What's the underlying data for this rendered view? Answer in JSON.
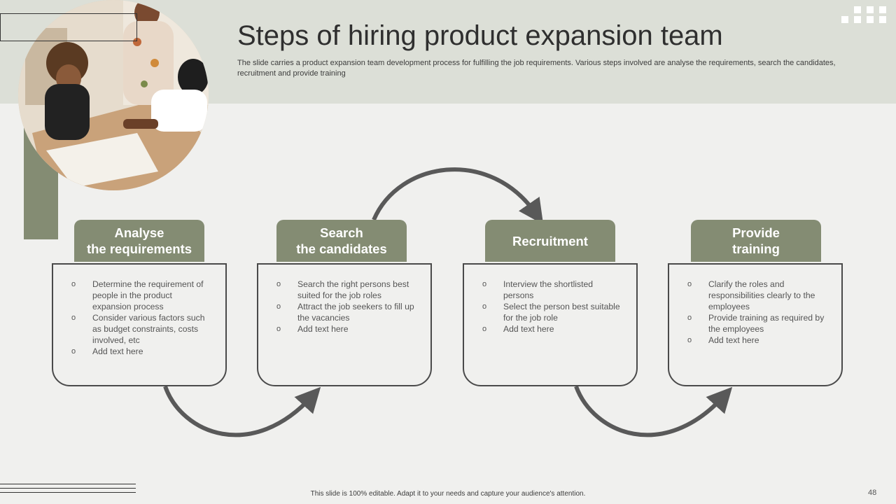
{
  "title": "Steps of hiring product expansion team",
  "subtitle": "The slide carries a product expansion team development process for fulfilling the job requirements. Various steps involved are analyse the requirements, search the candidates, recruitment and provide training",
  "steps": [
    {
      "title_lines": [
        "Analyse",
        "the requirements"
      ],
      "bullets": [
        "Determine the requirement of people in the product expansion process",
        "Consider various factors such as budget constraints, costs involved,  etc",
        "Add text here"
      ]
    },
    {
      "title_lines": [
        "Search",
        "the candidates"
      ],
      "bullets": [
        "Search the right persons best suited for the job roles",
        "Attract the job seekers to fill up the vacancies",
        "Add text here"
      ]
    },
    {
      "title_lines": [
        "Recruitment"
      ],
      "bullets": [
        "Interview  the shortlisted persons",
        "Select the person  best suitable for the job role",
        "Add text here"
      ]
    },
    {
      "title_lines": [
        "Provide",
        "training"
      ],
      "bullets": [
        "Clarify the roles and responsibilities clearly to the employees",
        "Provide  training as required by the employees",
        "Add text here"
      ]
    }
  ],
  "bullet_symbol": "o",
  "footer": "This slide is 100% editable.  Adapt it to your needs and capture your audience's attention.",
  "page_number": "48",
  "colors": {
    "accent": "#848c73",
    "header_band": "#dcdfd7",
    "background": "#f0f0ee",
    "arrow": "#595959"
  }
}
